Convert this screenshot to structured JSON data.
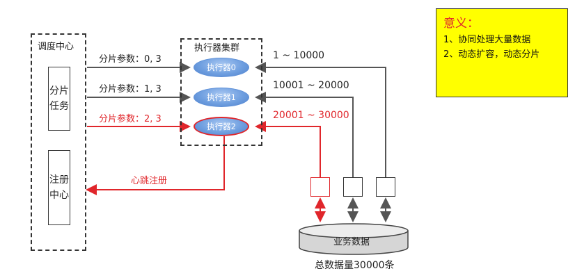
{
  "scheduler": {
    "title": "调度中心",
    "shard_task_label": "分片\n任务",
    "registry_label": "注册\n中心"
  },
  "cluster": {
    "title": "执行器集群",
    "executors": [
      {
        "label": "执行器0",
        "shard_param": "分片参数：0, 3",
        "range": "1 ~ 10000"
      },
      {
        "label": "执行器1",
        "shard_param": "分片参数：1, 3",
        "range": "10001 ~ 20000"
      },
      {
        "label": "执行器2",
        "shard_param": "分片参数：2, 3",
        "range": "20001 ~ 30000"
      }
    ]
  },
  "heartbeat_label": "心跳注册",
  "database": {
    "label": "业务数据",
    "caption": "总数据量30000条"
  },
  "note": {
    "title": "意义：",
    "items": [
      "1、协同处理大量数据",
      "2、动态扩容，动态分片"
    ]
  },
  "colors": {
    "highlight": "#e0262b",
    "note_bg": "#ffff00",
    "executor_fill": "#6f9fe0"
  }
}
